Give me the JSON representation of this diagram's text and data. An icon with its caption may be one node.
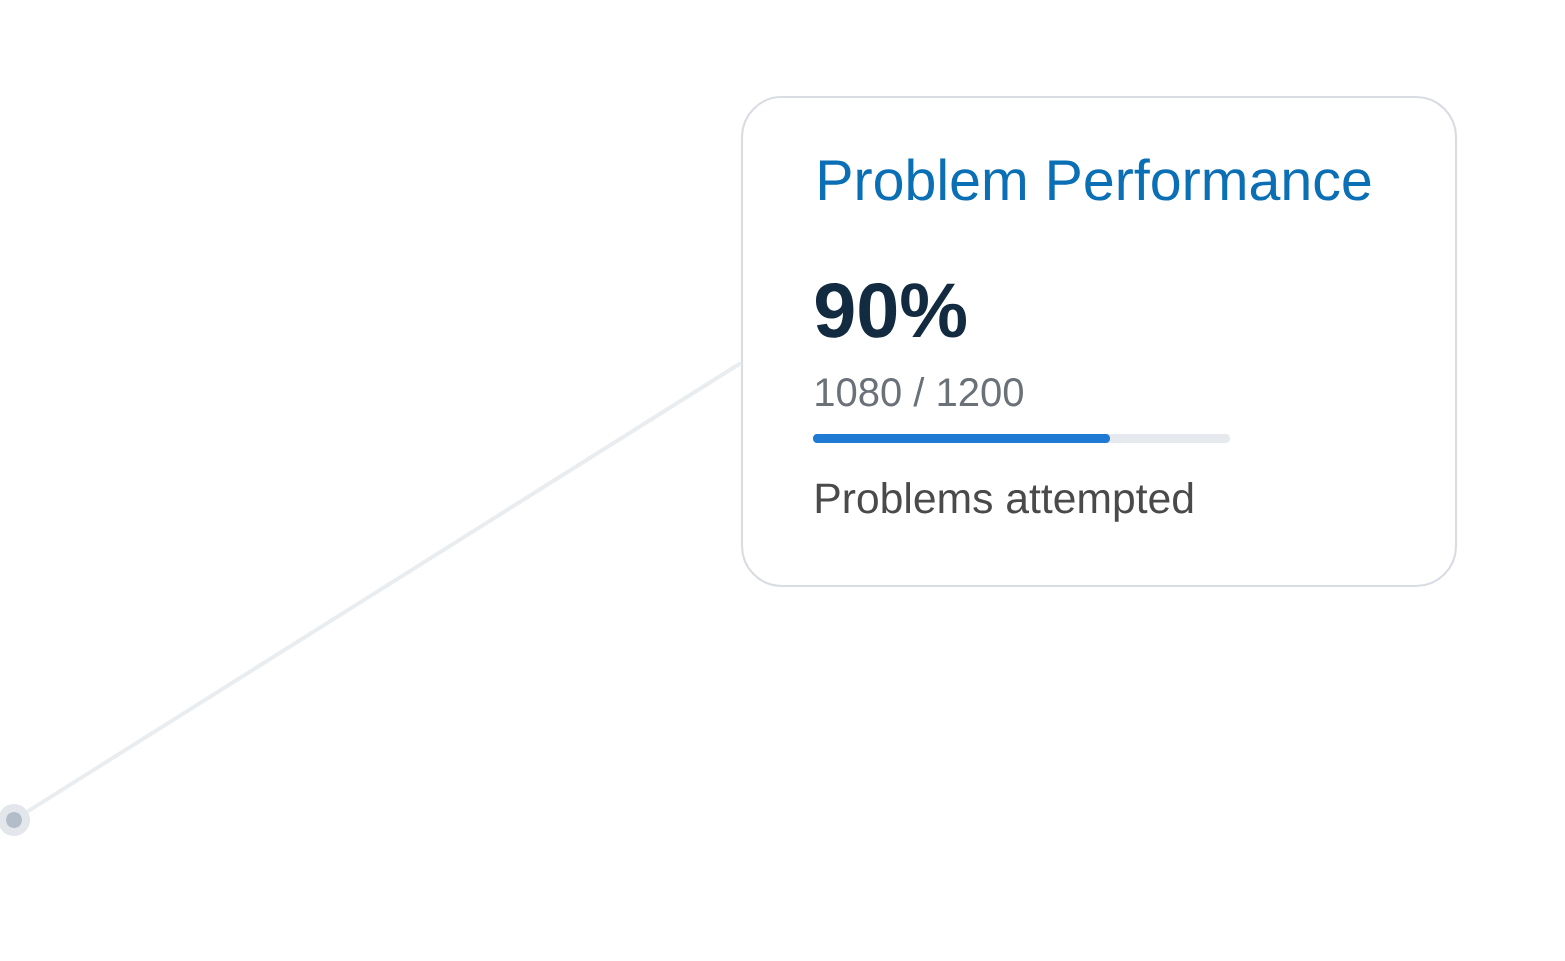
{
  "diagram": {
    "nodes": [
      {
        "text": [
          "Problem Performance",
          "90%",
          "1080 / 1200",
          "Problems attempted"
        ]
      },
      {
        "text": [],
        "shape": "circle"
      }
    ],
    "edges": [
      {
        "from": 1,
        "to": 0,
        "arrow": "none"
      }
    ]
  }
}
